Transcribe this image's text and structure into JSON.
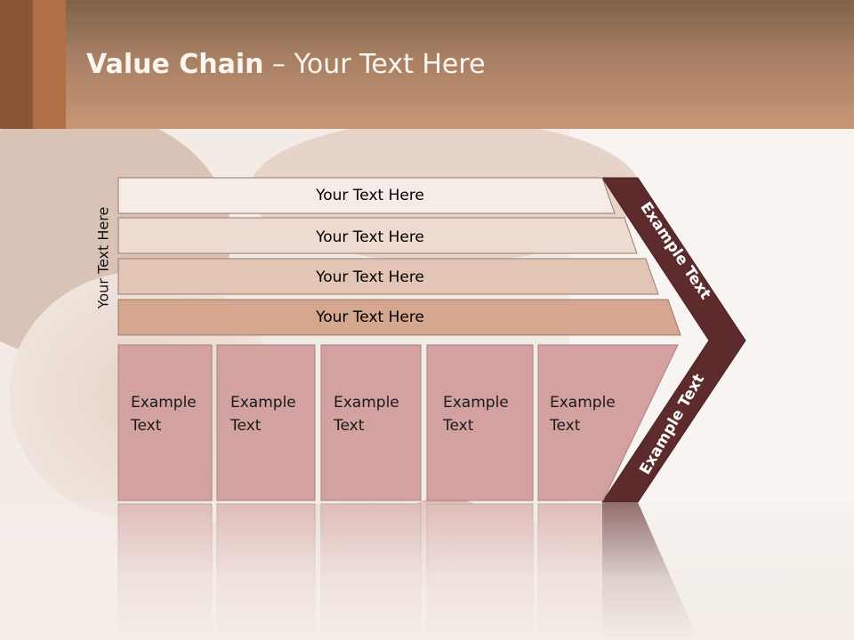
{
  "slide": {
    "title_bold": "Value Chain",
    "title_rest": " – Your Text Here",
    "side_label": "Your Text Here"
  },
  "bars": [
    {
      "label": "Your Text Here",
      "color": "#f6ece7"
    },
    {
      "label": "Your Text Here",
      "color": "#eddad0"
    },
    {
      "label": "Your Text Here",
      "color": "#e3c5b5"
    },
    {
      "label": "Your Text Here",
      "color": "#d4a78e"
    }
  ],
  "boxes": [
    {
      "line1": "Example",
      "line2": "Text"
    },
    {
      "line1": "Example",
      "line2": "Text"
    },
    {
      "line1": "Example",
      "line2": "Text"
    },
    {
      "line1": "Example",
      "line2": "Text"
    },
    {
      "line1": "Example",
      "line2": "Text"
    }
  ],
  "arrow": {
    "upper_text": "Example Text",
    "lower_text": "Example Text",
    "color": "#5e2b2d"
  },
  "colors": {
    "box_fill": "#d3a1a0",
    "box_stroke": "#a98080"
  }
}
